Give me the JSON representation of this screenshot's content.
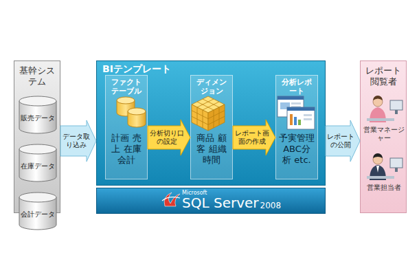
{
  "diagram": {
    "nodes": [
      {
        "text": [
          "基幹システム"
        ]
      },
      {
        "text": [
          "販売データ"
        ],
        "in": 0
      },
      {
        "text": [
          "在庫データ"
        ],
        "in": 0
      },
      {
        "text": [
          "会計データ"
        ],
        "in": 0
      },
      {
        "text": [
          "BIテンプレート"
        ]
      },
      {
        "text": [
          "ファクトテーブル",
          "計画 売上 在庫 会計"
        ],
        "in": 4
      },
      {
        "text": [
          "ディメンジョン",
          "商品 顧客 組織 時間"
        ],
        "in": 4
      },
      {
        "text": [
          "分析レポート",
          "予実管理 ABC分析 etc."
        ],
        "in": 4
      },
      {
        "text": [
          "Microsoft",
          "SQL Server",
          "2008"
        ]
      },
      {
        "text": [
          "レポート閲覧者"
        ]
      },
      {
        "text": [
          "営業マネージャー"
        ],
        "in": 9
      },
      {
        "text": [
          "営業担当者"
        ],
        "in": 9
      }
    ],
    "edges": [
      {
        "from": 0,
        "to": 4,
        "arrow": "to",
        "label": "データ取り込み"
      },
      {
        "from": 5,
        "to": 6,
        "arrow": "to",
        "label": "分析切り口の設定"
      },
      {
        "from": 6,
        "to": 7,
        "arrow": "to",
        "label": "レポート画面の作成"
      },
      {
        "from": 4,
        "to": 9,
        "arrow": "to",
        "label": "レポートの公開"
      }
    ]
  }
}
